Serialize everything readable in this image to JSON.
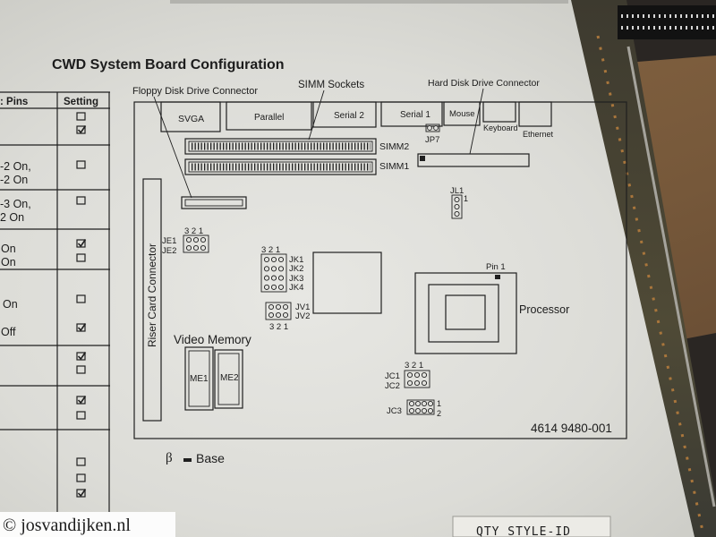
{
  "document": {
    "title": "CWD System Board Configuration"
  },
  "table": {
    "headers": {
      "pins": ": Pins",
      "setting": "Setting"
    },
    "pins_text": [
      "-2 On,",
      "-2 On",
      "-3 On,",
      "2 On",
      "On",
      "On",
      "On",
      "Off"
    ],
    "setting_checked": [
      false,
      true,
      false,
      false,
      true,
      false,
      false,
      true,
      true,
      false,
      true,
      false,
      false,
      false,
      true
    ]
  },
  "diagram": {
    "callouts": {
      "floppy": "Floppy Disk Drive Connector",
      "simm": "SIMM Sockets",
      "hdd": "Hard Disk Drive Connector"
    },
    "ports": {
      "svga": "SVGA",
      "parallel": "Parallel",
      "serial2": "Serial 2",
      "serial1": "Serial 1",
      "mouse": "Mouse",
      "keyboard": "Keyboard",
      "ethernet": "Ethernet"
    },
    "simm": {
      "simm2": "SIMM2",
      "simm1": "SIMM1"
    },
    "jp7": "JP7",
    "jl1": {
      "label": "JL1",
      "pin": "1"
    },
    "riser": "Riser Card Connector",
    "je": {
      "pins": "3 2 1",
      "je1": "JE1",
      "je2": "JE2"
    },
    "jk": {
      "pins": "3 2 1",
      "jk1": "JK1",
      "jk2": "JK2",
      "jk3": "JK3",
      "jk4": "JK4"
    },
    "jv": {
      "pins": "3 2 1",
      "jv1": "JV1",
      "jv2": "JV2"
    },
    "processor": {
      "label": "Processor",
      "pin1": "Pin 1"
    },
    "video_memory": {
      "label": "Video Memory",
      "me1": "ME1",
      "me2": "ME2"
    },
    "jc": {
      "pins": "3 2 1",
      "jc1": "JC1",
      "jc2": "JC2",
      "jc3": "JC3",
      "jc3_pin1": "1",
      "jc3_pin2": "2"
    },
    "part_number": "4614 9480-001"
  },
  "legend": {
    "symbol": "β",
    "label": "Base"
  },
  "watermark": "© josvandijken.nl",
  "sticker": "QTY STYLE-ID"
}
